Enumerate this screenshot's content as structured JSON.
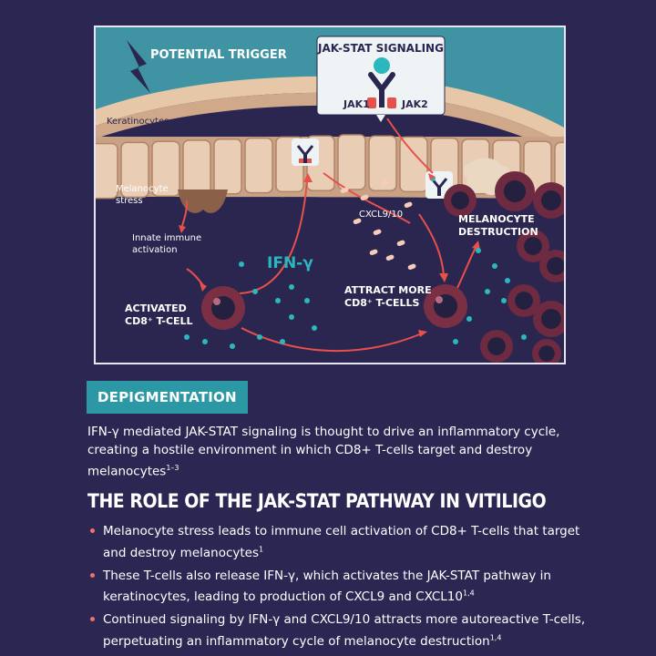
{
  "diagram": {
    "potential_trigger": "POTENTIAL TRIGGER",
    "jak_stat_title": "JAK-STAT SIGNALING",
    "jak1": "JAK1",
    "jak2": "JAK2",
    "keratinocytes": "Keratinocytes",
    "melanocyte_stress": [
      "Melanocyte",
      "stress"
    ],
    "innate_activation": [
      "Innate immune",
      "activation"
    ],
    "ifn_gamma": "IFN-γ",
    "cxcl": "CXCL9/10",
    "activated_tcell": [
      "ACTIVATED",
      "CD8⁺ T-CELL"
    ],
    "attract_tcells": [
      "ATTRACT MORE",
      "CD8⁺ T-CELLS"
    ],
    "melanocyte_destruction": [
      "MELANOCYTE",
      "DESTRUCTION"
    ],
    "colors": {
      "sky": "#3b8c9c",
      "skin": "#d9b99c",
      "dermis": "#2b2650",
      "teal": "#2ab7bd",
      "red": "#e8504a",
      "cell": "#7a2f45",
      "peach": "#f5cdb8"
    }
  },
  "section_label": "DEPIGMENTATION",
  "intro": {
    "text": "IFN-γ mediated JAK-STAT signaling is thought to drive an inflammatory cycle, creating a hostile environment in which CD8+ T-cells target and destroy melanocytes",
    "ref": "1–3"
  },
  "heading": "THE ROLE OF THE JAK-STAT PATHWAY IN VITILIGO",
  "bullets": [
    {
      "text": "Melanocyte stress leads to immune cell activation of CD8+ T-cells that target and destroy melanocytes",
      "ref": "1"
    },
    {
      "text": "These T-cells also release IFN-γ, which activates the JAK-STAT pathway in keratinocytes, leading to production of CXCL9 and CXCL10",
      "ref": "1,4"
    },
    {
      "text": "Continued signaling by IFN-γ and CXCL9/10 attracts more autoreactive T-cells, perpetuating an inflammatory cycle of melanocyte destruction",
      "ref": "1,4"
    }
  ]
}
